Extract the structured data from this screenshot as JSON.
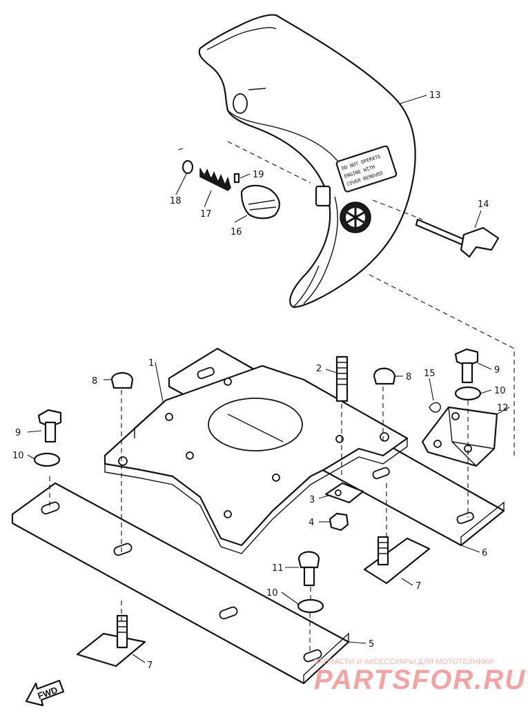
{
  "callouts": {
    "c1": "1",
    "c2": "2",
    "c3": "3",
    "c4": "4",
    "c5": "5",
    "c6": "6",
    "c7a": "7",
    "c7b": "7",
    "c8a": "8",
    "c8b": "8",
    "c9a": "9",
    "c9b": "9",
    "c10a": "10",
    "c10b": "10",
    "c10c": "10",
    "c11": "11",
    "c12": "12",
    "c13": "13",
    "c14": "14",
    "c15": "15",
    "c16": "16",
    "c17": "17",
    "c18": "18",
    "c19": "19"
  },
  "decal": {
    "line1": "DO NOT OPERATE",
    "line2": "ENGINE WITH",
    "line3": "COVER REMOVED"
  },
  "fwd_label": "FWD",
  "watermark": {
    "tagline": "ЗАПЧАСТИ И АКСЕССУАРЫ ДЛЯ МОТОТЕХНИКИ",
    "brand": "PARTSFOR.RU"
  },
  "colors": {
    "line_art": "#111111",
    "background": "#ffffff",
    "watermark": "#f3a3a3"
  }
}
